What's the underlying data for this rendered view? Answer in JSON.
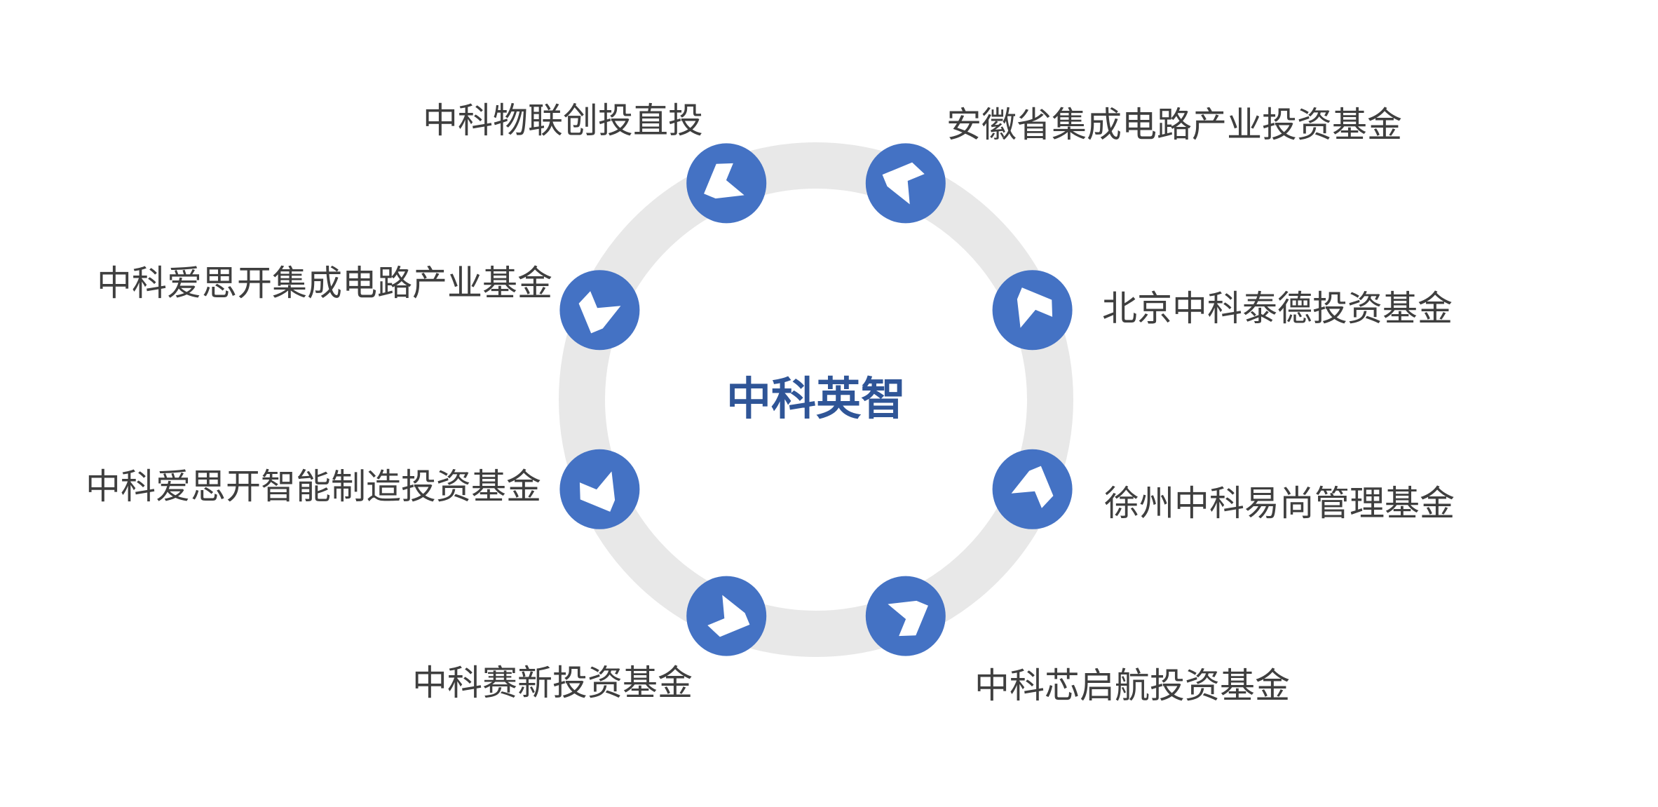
{
  "center": {
    "label": "中科英智"
  },
  "nodes": [
    {
      "label": "中科物联创投直投"
    },
    {
      "label": "安徽省集成电路产业投资基金"
    },
    {
      "label": "北京中科泰德投资基金"
    },
    {
      "label": "徐州中科易尚管理基金"
    },
    {
      "label": "中科芯启航投资基金"
    },
    {
      "label": "中科赛新投资基金"
    },
    {
      "label": "中科爱思开智能制造投资基金"
    },
    {
      "label": "中科爱思开集成电路产业基金"
    }
  ],
  "colors": {
    "ring": "#e8e8e8",
    "node_fill": "#4472c4",
    "chevron": "#ffffff",
    "center_text": "#2f5597",
    "label_text": "#3f3f3f",
    "background": "#ffffff"
  },
  "icons": {
    "node": "chevron-arrow-icon"
  }
}
